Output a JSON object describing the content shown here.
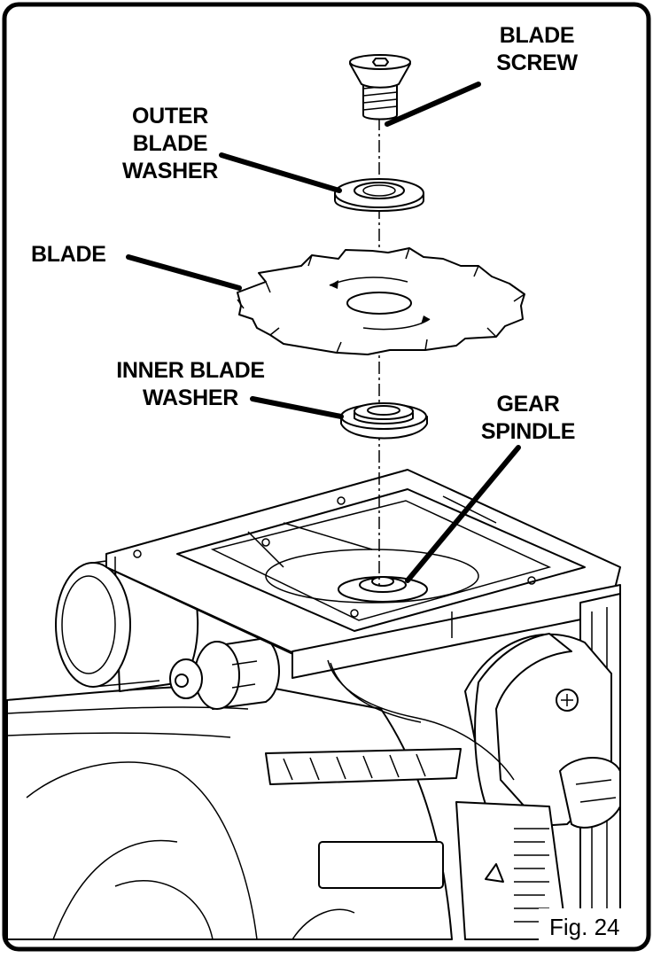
{
  "labels": {
    "blade_screw": [
      "BLADE",
      "SCREW"
    ],
    "outer_blade_washer": [
      "OUTER",
      "BLADE",
      "WASHER"
    ],
    "blade": "BLADE",
    "inner_blade_washer": [
      "INNER BLADE",
      "WASHER"
    ],
    "gear_spindle": [
      "GEAR",
      "SPINDLE"
    ]
  },
  "figure_caption": "Fig. 24"
}
